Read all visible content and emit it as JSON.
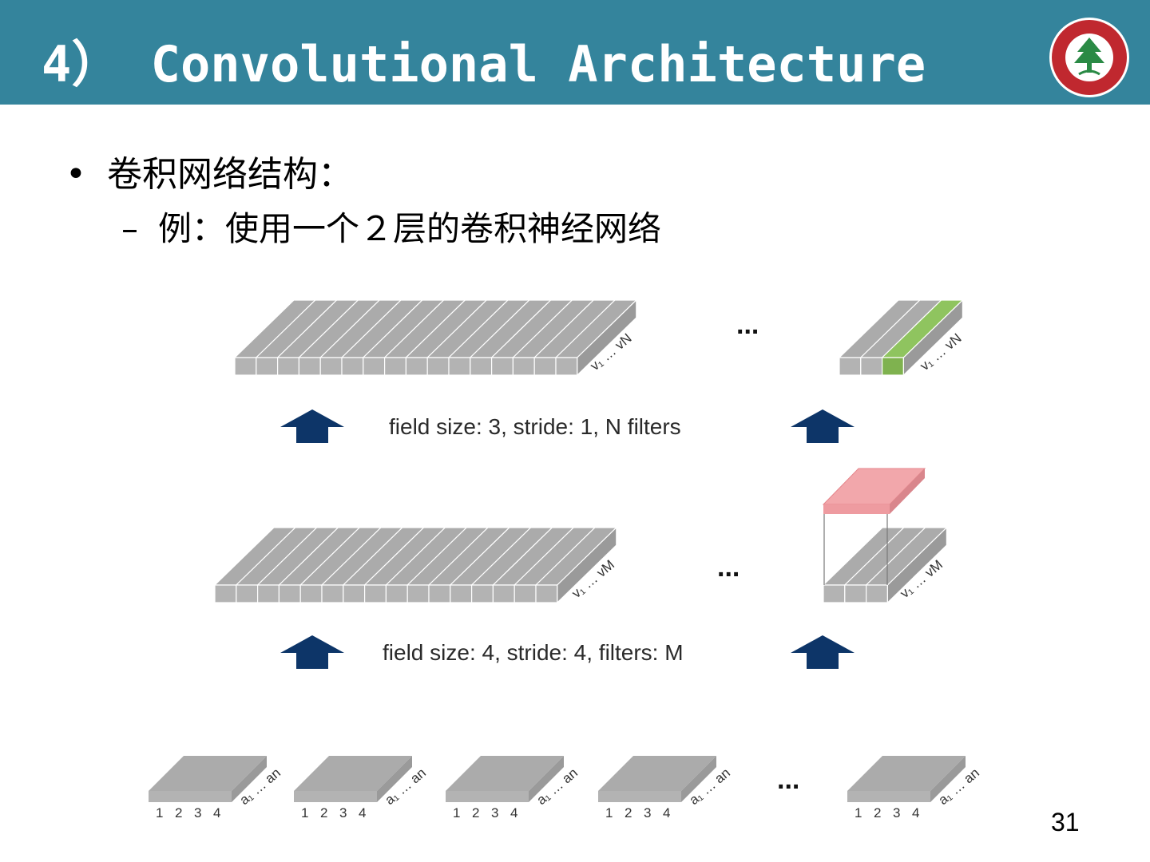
{
  "slide": {
    "title": "4） Convolutional Architecture",
    "page_number": "31",
    "header_color": "#34849c"
  },
  "bullets": {
    "level1_marker": "•",
    "level1_text": "卷积网络结构：",
    "level2_marker": "–",
    "level2_text": "例：使用一个２层的卷积神经网络"
  },
  "diagram": {
    "top_row": {
      "index_label": "v₁ … vN",
      "ellipsis": "...",
      "highlight_color": "#8fc45f"
    },
    "arrow_label_upper": "field size: 3, stride: 1, N filters",
    "middle_row": {
      "index_label": "v₁ … vM",
      "ellipsis": "...",
      "filter_color": "#ee9ba0"
    },
    "arrow_label_lower": "field size: 4, stride: 4, filters: M",
    "bottom_row": {
      "cell_labels": [
        "1",
        "2",
        "3",
        "4"
      ],
      "depth_label": "a₁ … an",
      "ellipsis": "..."
    },
    "arrow_color": "#0d3568",
    "block_color": "#b3b3b3"
  }
}
